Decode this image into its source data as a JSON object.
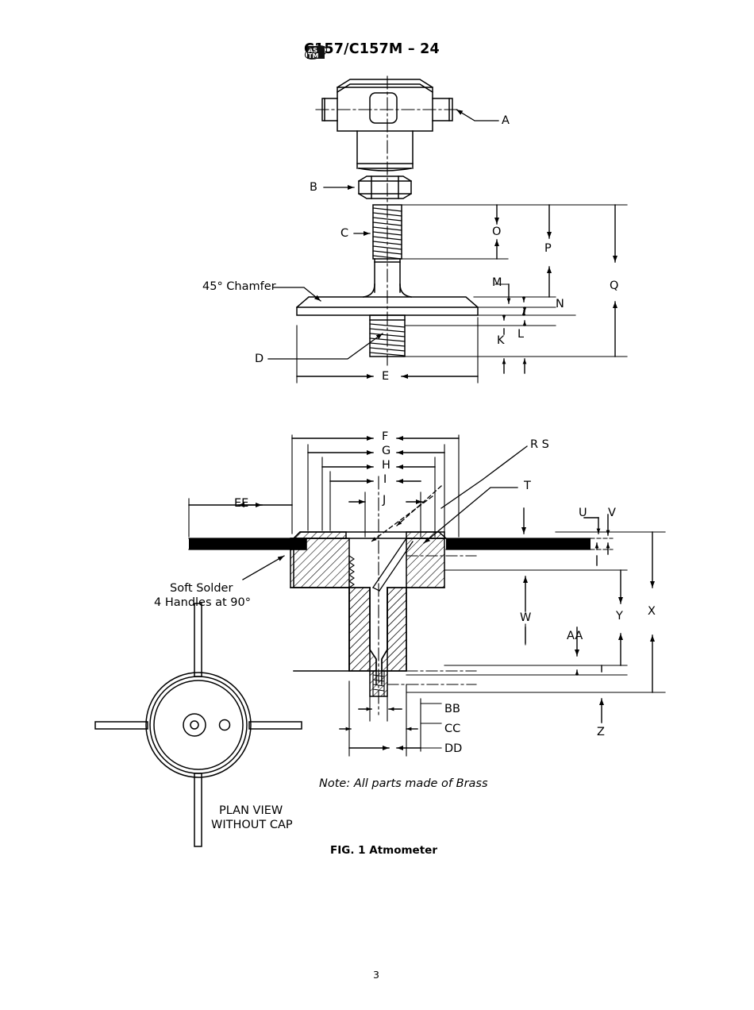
{
  "document": {
    "standard_designation": "C157/C157M – 24",
    "logo_text": "ASTM",
    "page_number": "3",
    "figure_caption": "FIG. 1  Atmometer",
    "note": "Note: All parts made of Brass"
  },
  "annotations": {
    "chamfer": "45° Chamfer",
    "soft_solder_line1": "Soft Solder",
    "soft_solder_line2": "4 Handles at 90°",
    "plan_view_line1": "PLAN VIEW",
    "plan_view_line2": "WITHOUT CAP"
  },
  "dimension_labels": {
    "A": "A",
    "B": "B",
    "C": "C",
    "D": "D",
    "E": "E",
    "F": "F",
    "G": "G",
    "H": "H",
    "I": "I",
    "J": "J",
    "K": "K",
    "L": "L",
    "M": "M",
    "N": "N",
    "O": "O",
    "P": "P",
    "Q": "Q",
    "RS": "R S",
    "T": "T",
    "U": "U",
    "V": "V",
    "W": "W",
    "X": "X",
    "Y": "Y",
    "Z": "Z",
    "AA": "AA",
    "BB": "BB",
    "CC": "CC",
    "DD": "DD",
    "EE": "EE"
  },
  "colors": {
    "line": "#000000",
    "background": "#ffffff",
    "solder_fill": "#000000"
  }
}
